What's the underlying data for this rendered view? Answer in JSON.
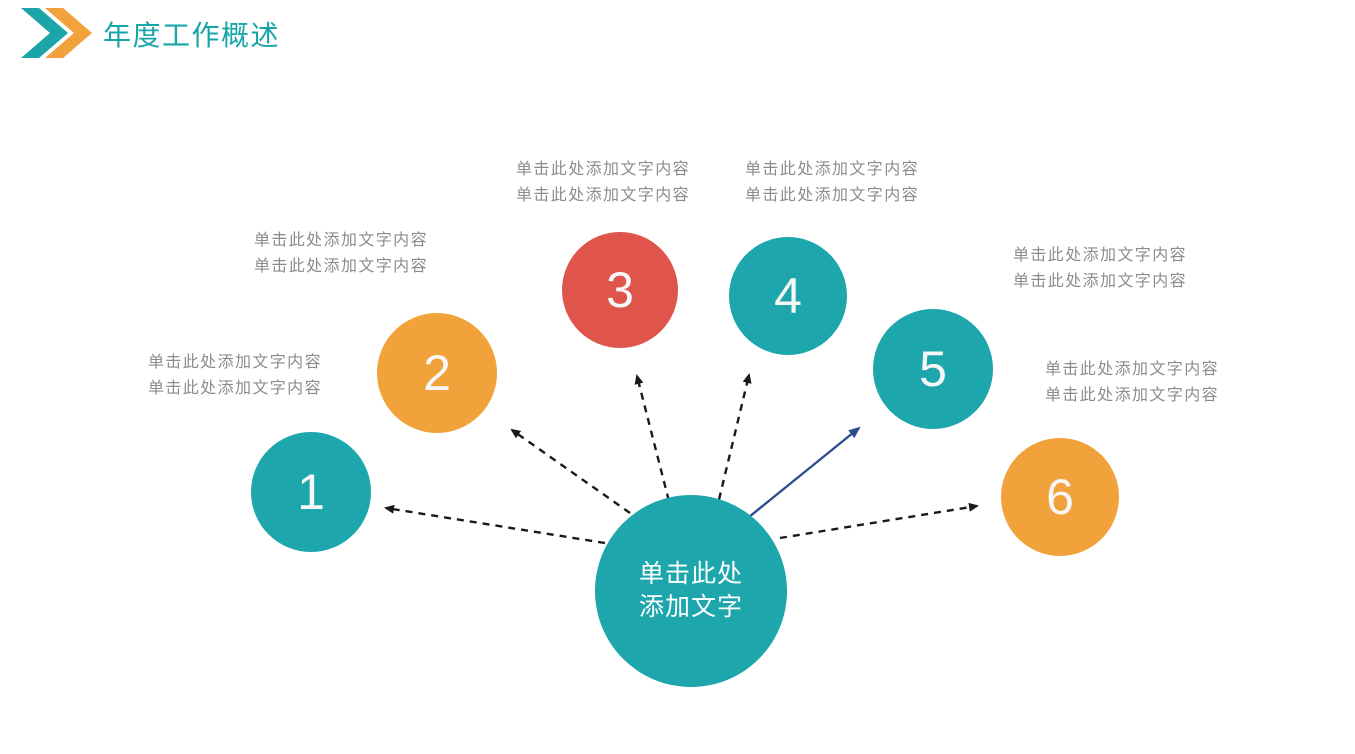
{
  "slide": {
    "title": "年度工作概述",
    "title_color": "#17A5A8",
    "background_color": "#FFFFFF",
    "logo": {
      "front_chevron_color": "#1BA5A9",
      "back_chevron_color": "#F2A23B"
    }
  },
  "diagram": {
    "center": {
      "line1": "单击此处",
      "line2": "添加文字",
      "color": "#1DA6AC",
      "text_color": "#FFFFFF"
    },
    "nodes": [
      {
        "number": "1",
        "color": "#1DA6AC"
      },
      {
        "number": "2",
        "color": "#F2A23B"
      },
      {
        "number": "3",
        "color": "#DF544B"
      },
      {
        "number": "4",
        "color": "#1DA6AC"
      },
      {
        "number": "5",
        "color": "#1DA6AC"
      },
      {
        "number": "6",
        "color": "#F2A23B"
      }
    ],
    "labels": [
      {
        "line1": "单击此处添加文字内容",
        "line2": "单击此处添加文字内容"
      },
      {
        "line1": "单击此处添加文字内容",
        "line2": "单击此处添加文字内容"
      },
      {
        "line1": "单击此处添加文字内容",
        "line2": "单击此处添加文字内容"
      },
      {
        "line1": "单击此处添加文字内容",
        "line2": "单击此处添加文字内容"
      },
      {
        "line1": "单击此处添加文字内容",
        "line2": "单击此处添加文字内容"
      },
      {
        "line1": "单击此处添加文字内容",
        "line2": "单击此处添加文字内容"
      }
    ],
    "label_text_color": "#8C8C8C",
    "arrows": {
      "dashed_color": "#1A1A1A",
      "solid_color": "#2E4C8E"
    }
  }
}
